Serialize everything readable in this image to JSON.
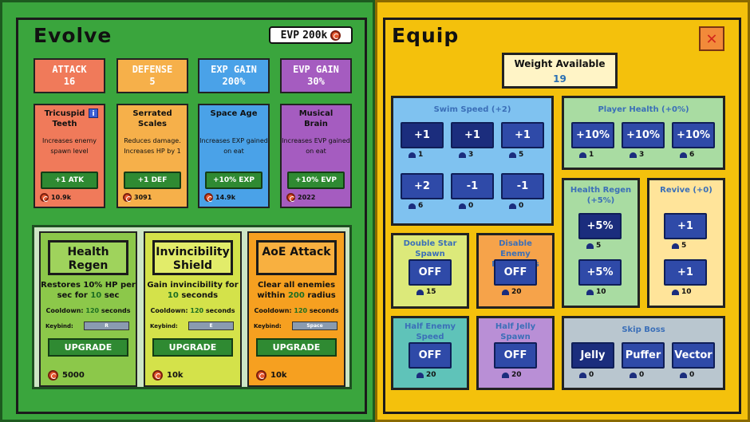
{
  "evolve": {
    "title": "Evolve",
    "evp_label": "EVP",
    "evp_value": "200k",
    "stats": [
      {
        "label": "ATTACK",
        "value": "16",
        "color": "#f07a5a"
      },
      {
        "label": "DEFENSE",
        "value": "5",
        "color": "#f6b04a"
      },
      {
        "label": "EXP GAIN",
        "value": "200%",
        "color": "#4aa2e8"
      },
      {
        "label": "EVP GAIN",
        "value": "30%",
        "color": "#a55cc0"
      }
    ],
    "upgrades": [
      {
        "name": "Tricuspid Teeth",
        "desc": "Increases enemy spawn level",
        "button": "+1 ATK",
        "cost": "10.9k",
        "color": "#f07a5a",
        "info": "i"
      },
      {
        "name": "Serrated Scales",
        "desc": "Reduces damage. Increases HP by 1",
        "button": "+1 DEF",
        "cost": "3091",
        "color": "#f6b04a"
      },
      {
        "name": "Space Age",
        "desc": "Increases EXP gained on eat",
        "button": "+10% EXP",
        "cost": "14.9k",
        "color": "#4aa2e8"
      },
      {
        "name": "Musical Brain",
        "desc": "Increases EVP gained on eat",
        "button": "+10% EVP",
        "cost": "2022",
        "color": "#a55cc0"
      }
    ],
    "skills": [
      {
        "name": "Health Regen",
        "desc_pre": "Restores 10% HP per sec for",
        "desc_num": "10",
        "desc_post": "sec",
        "cooldown_pre": "Cooldown:",
        "cooldown_num": "120",
        "cooldown_post": "seconds",
        "keybind_label": "Keybind:",
        "keybind": "R",
        "button": "UPGRADE",
        "cost": "5000",
        "color": "#8cc84a",
        "name_bg": "#9fd35c"
      },
      {
        "name": "Invincibility Shield",
        "desc_pre": "Gain invincibility for",
        "desc_num": "10",
        "desc_post": "seconds",
        "cooldown_pre": "Cooldown:",
        "cooldown_num": "120",
        "cooldown_post": "seconds",
        "keybind_label": "Keybind:",
        "keybind": "E",
        "button": "UPGRADE",
        "cost": "10k",
        "color": "#d4e24a",
        "name_bg": "#e2ec6a"
      },
      {
        "name": "AoE Attack",
        "desc_pre": "Clear all enemies within",
        "desc_num": "200",
        "desc_post": "radius",
        "cooldown_pre": "Cooldown:",
        "cooldown_num": "120",
        "cooldown_post": "seconds",
        "keybind_label": "Keybind:",
        "keybind": "Space",
        "button": "UPGRADE",
        "cost": "10k",
        "color": "#f6a020",
        "name_bg": "#f8b040"
      }
    ]
  },
  "equip": {
    "title": "Equip",
    "close_icon": "x-icon",
    "weight_label": "Weight Available",
    "weight_value": "19",
    "swim_speed": {
      "title": "Swim Speed (+2)",
      "options": [
        {
          "label": "+1",
          "weight": "1",
          "selected": true
        },
        {
          "label": "+1",
          "weight": "3",
          "selected": true
        },
        {
          "label": "+1",
          "weight": "5",
          "selected": false
        },
        {
          "label": "+2",
          "weight": "6",
          "selected": false
        },
        {
          "label": "-1",
          "weight": "0",
          "selected": false
        },
        {
          "label": "-1",
          "weight": "0",
          "selected": false
        }
      ]
    },
    "player_health": {
      "title": "Player Health (+0%)",
      "options": [
        {
          "label": "+10%",
          "weight": "1"
        },
        {
          "label": "+10%",
          "weight": "3"
        },
        {
          "label": "+10%",
          "weight": "6"
        }
      ]
    },
    "health_regen": {
      "title": "Health Regen (+5%)",
      "options": [
        {
          "label": "+5%",
          "weight": "5",
          "selected": true
        },
        {
          "label": "+5%",
          "weight": "10",
          "selected": false
        }
      ]
    },
    "revive": {
      "title": "Revive (+0)",
      "options": [
        {
          "label": "+1",
          "weight": "5"
        },
        {
          "label": "+1",
          "weight": "10"
        }
      ]
    },
    "double_star": {
      "title": "Double Star Spawn",
      "option": "OFF",
      "weight": "15"
    },
    "disable_proj": {
      "title": "Disable Enemy Projectiles",
      "option": "OFF",
      "weight": "20"
    },
    "half_enemy": {
      "title": "Half Enemy Speed",
      "option": "OFF",
      "weight": "20"
    },
    "half_jelly": {
      "title": "Half Jelly Spawn",
      "option": "OFF",
      "weight": "20"
    },
    "skip_boss": {
      "title": "Skip Boss",
      "options": [
        {
          "label": "Jelly",
          "weight": "0",
          "selected": true
        },
        {
          "label": "Puffer",
          "weight": "0",
          "selected": false
        },
        {
          "label": "Vector",
          "weight": "0",
          "selected": false
        }
      ]
    }
  }
}
